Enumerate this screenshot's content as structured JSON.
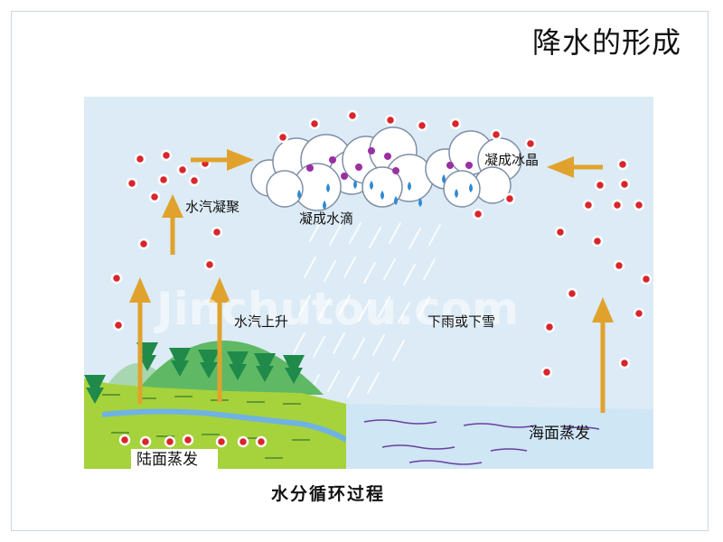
{
  "slide": {
    "title": "降水的形成"
  },
  "diagram": {
    "caption": "水分循环过程",
    "labels": {
      "condense_vapor": "水汽凝聚",
      "condense_drops": "凝成水滴",
      "condense_ice": "凝成冰晶",
      "vapor_rise": "水汽上升",
      "rain_or_snow": "下雨或下雪",
      "land_evaporation": "陆面蒸发",
      "sea_evaporation": "海面蒸发"
    },
    "watermark": "Jinchutou.com"
  },
  "colors": {
    "sky": "#dcebf5",
    "land": "#a6d23c",
    "sea": "#cfe6f5",
    "arrow": "#e1a22d",
    "droplet": "#d9252b",
    "ice_dot": "#9a2fa3",
    "raindrop": "#2f8ad1",
    "tree": "#1f8a4a"
  }
}
